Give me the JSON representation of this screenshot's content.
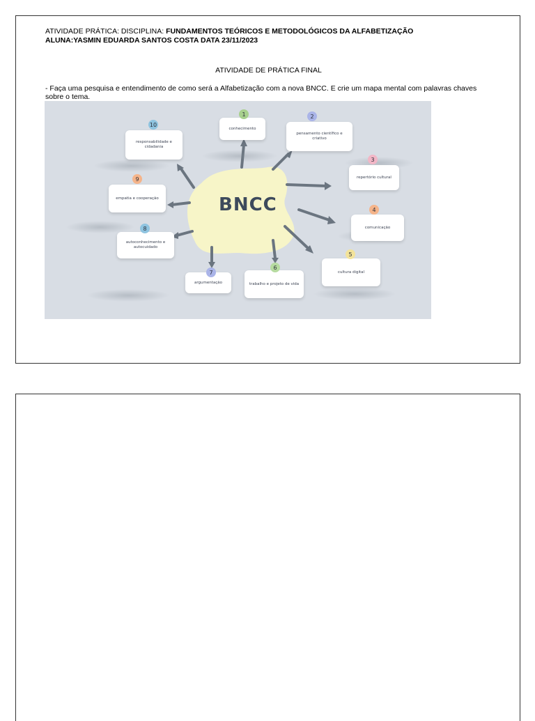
{
  "header": {
    "line1_prefix": "ATIVIDADE  PRÁTICA: DISCIPLINA: ",
    "line1_bold": "FUNDAMENTOS TEÓRICOS E METODOLÓGICOS DA ALFABETIZAÇÃO",
    "line2": "ALUNA:YASMIN EDUARDA SANTOS COSTA DATA 23/11/2023"
  },
  "activity_title": "ATIVIDADE DE PRÁTICA FINAL",
  "instruction": "-  Faça uma pesquisa e entendimento de como será a Alfabetização com a nova BNCC. E crie um mapa mental com palavras chaves sobre o tema.",
  "mindmap": {
    "center": "BNCC",
    "center_color": "#f7f5c8",
    "background": "#d8dde4",
    "nodes": [
      {
        "num": "1",
        "label": "conhecimento",
        "color": "#a8d08d"
      },
      {
        "num": "2",
        "label": "pensamento científico e criativo",
        "color": "#aab4e8"
      },
      {
        "num": "3",
        "label": "repertório cultural",
        "color": "#f2b6c6"
      },
      {
        "num": "4",
        "label": "comunicação",
        "color": "#f5b48a"
      },
      {
        "num": "5",
        "label": "cultura digital",
        "color": "#f3e39a"
      },
      {
        "num": "6",
        "label": "trabalho e projeto de vida",
        "color": "#b6dba0"
      },
      {
        "num": "7",
        "label": "argumentação",
        "color": "#aab4e8"
      },
      {
        "num": "8",
        "label": "autoconhecimento e autocuidado",
        "color": "#8fc4e0"
      },
      {
        "num": "9",
        "label": "empatia e cooperação",
        "color": "#f5b48a"
      },
      {
        "num": "10",
        "label": "responsabilidade e cidadania",
        "color": "#8fc4e0"
      }
    ]
  }
}
